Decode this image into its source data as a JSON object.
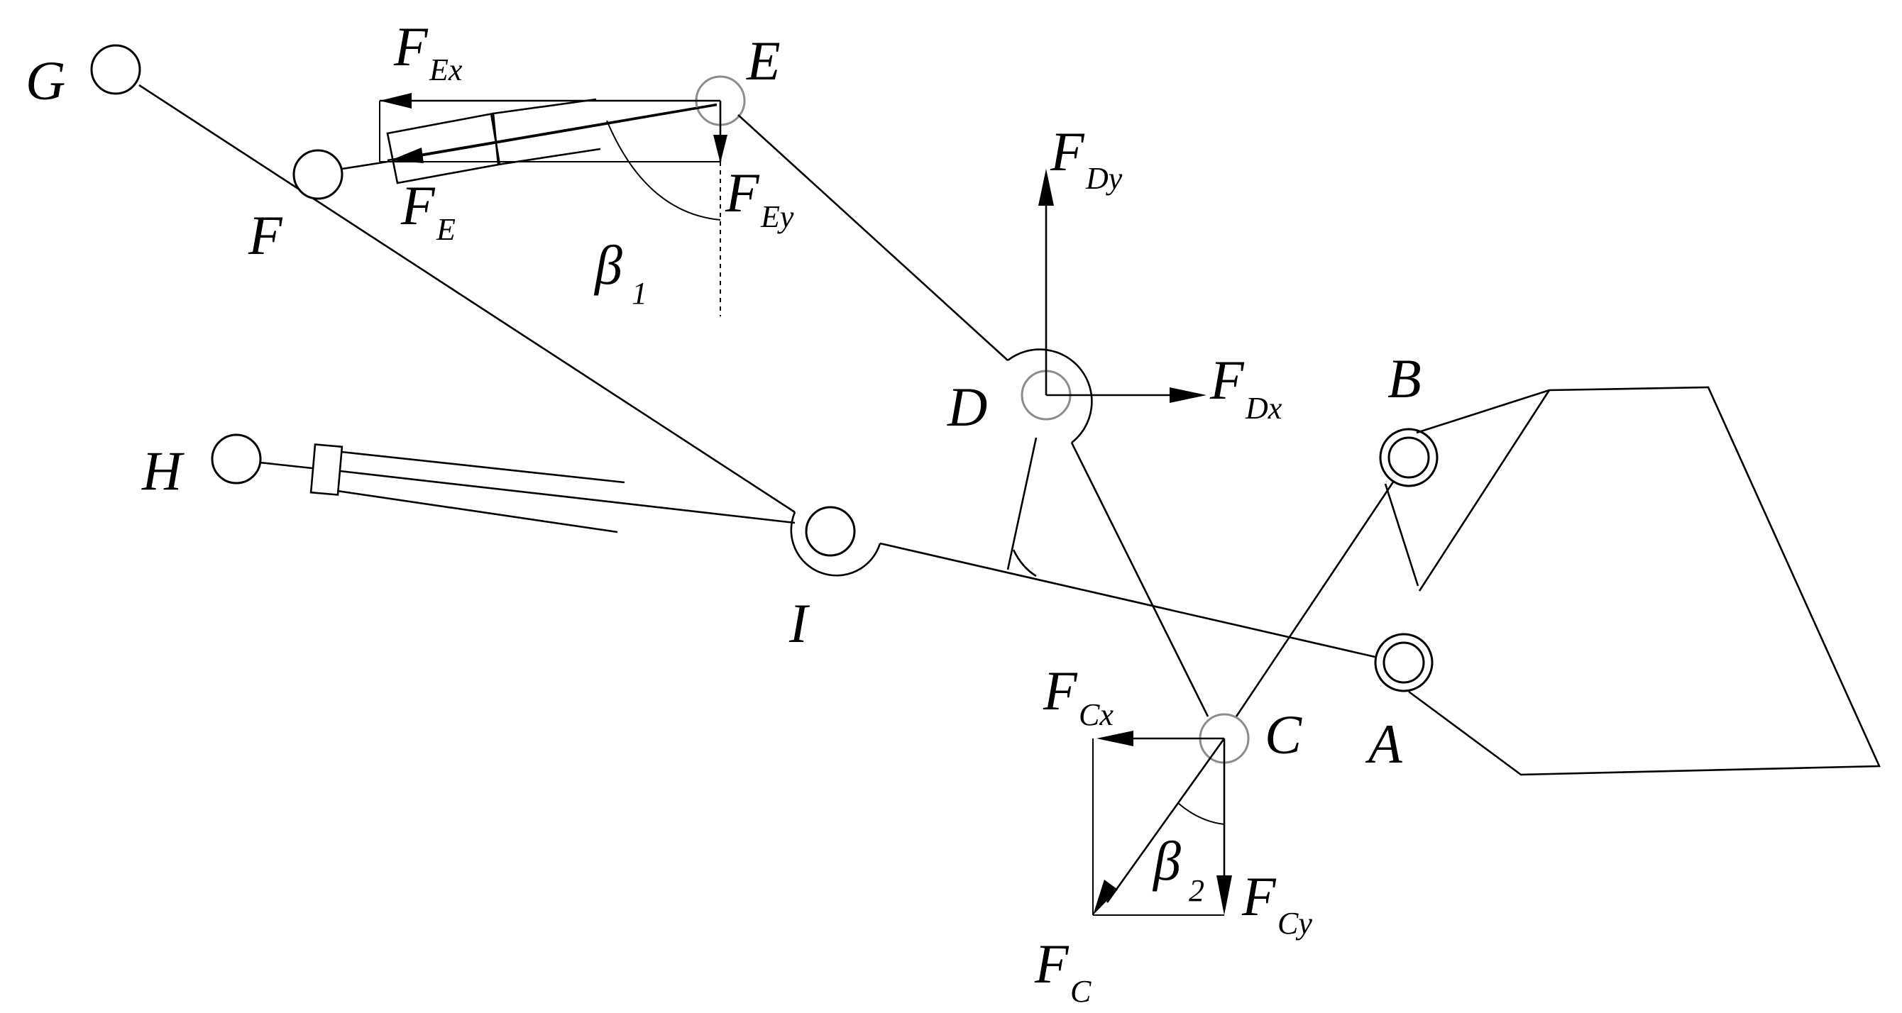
{
  "points": {
    "A": "A",
    "B": "B",
    "C": "C",
    "D": "D",
    "E": "E",
    "F": "F",
    "G": "G",
    "H": "H",
    "I": "I"
  },
  "forces": {
    "FEx": {
      "main": "F",
      "sub": "Ex"
    },
    "FE": {
      "main": "F",
      "sub": "E"
    },
    "FEy": {
      "main": "F",
      "sub": "Ey"
    },
    "FDy": {
      "main": "F",
      "sub": "Dy"
    },
    "FDx": {
      "main": "F",
      "sub": "Dx"
    },
    "FCx": {
      "main": "F",
      "sub": "Cx"
    },
    "FCy": {
      "main": "F",
      "sub": "Cy"
    },
    "FC": {
      "main": "F",
      "sub": "C"
    }
  },
  "angles": {
    "beta1": {
      "main": "β",
      "sub": "1"
    },
    "beta2": {
      "main": "β",
      "sub": "2"
    }
  }
}
